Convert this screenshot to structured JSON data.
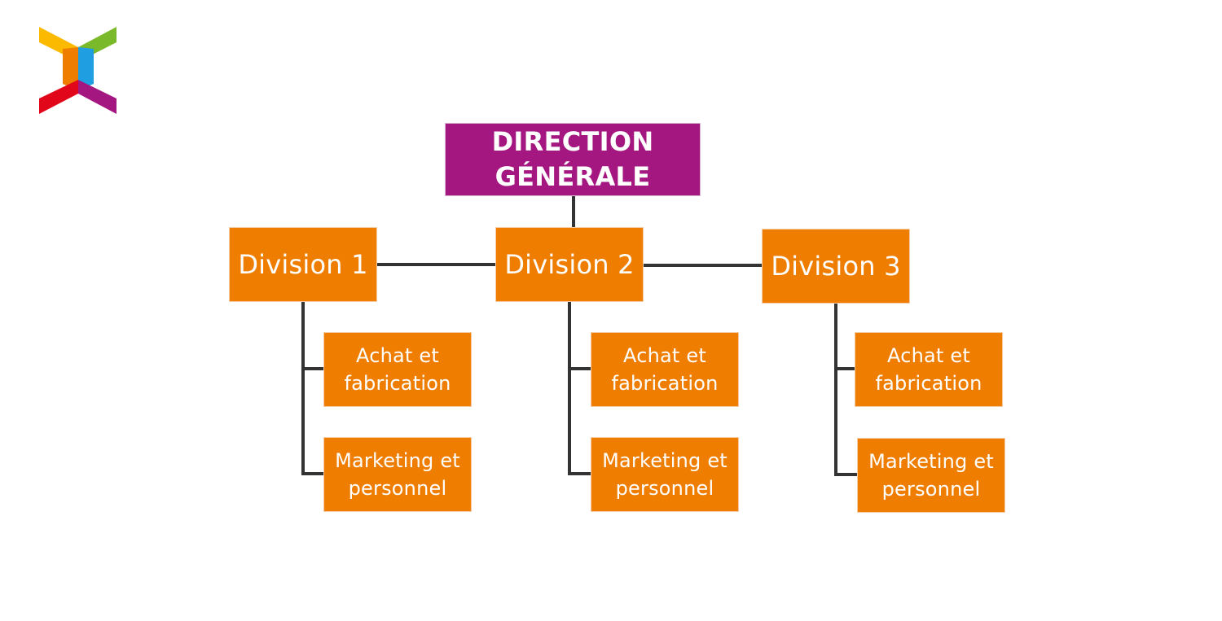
{
  "colors": {
    "root_fill": "#a51780",
    "node_fill": "#ee7d00",
    "connector": "#333333",
    "text": "#ffffff",
    "logo_yellow": "#fbb900",
    "logo_green": "#7ab929",
    "logo_orange": "#ee7d00",
    "logo_blue": "#1f9ee1",
    "logo_red": "#e2061b",
    "logo_purple": "#a51780"
  },
  "logo": {
    "icon": "brand-x-icon"
  },
  "org_chart": {
    "root": {
      "line1": "DIRECTION",
      "line2": "GÉNÉRALE"
    },
    "divisions": [
      {
        "name": "Division 1",
        "departments": [
          {
            "line1": "Achat et",
            "line2": "fabrication"
          },
          {
            "line1": "Marketing et",
            "line2": "personnel"
          }
        ]
      },
      {
        "name": "Division 2",
        "departments": [
          {
            "line1": "Achat et",
            "line2": "fabrication"
          },
          {
            "line1": "Marketing et",
            "line2": "personnel"
          }
        ]
      },
      {
        "name": "Division 3",
        "departments": [
          {
            "line1": "Achat et",
            "line2": "fabrication"
          },
          {
            "line1": "Marketing et",
            "line2": "personnel"
          }
        ]
      }
    ]
  }
}
